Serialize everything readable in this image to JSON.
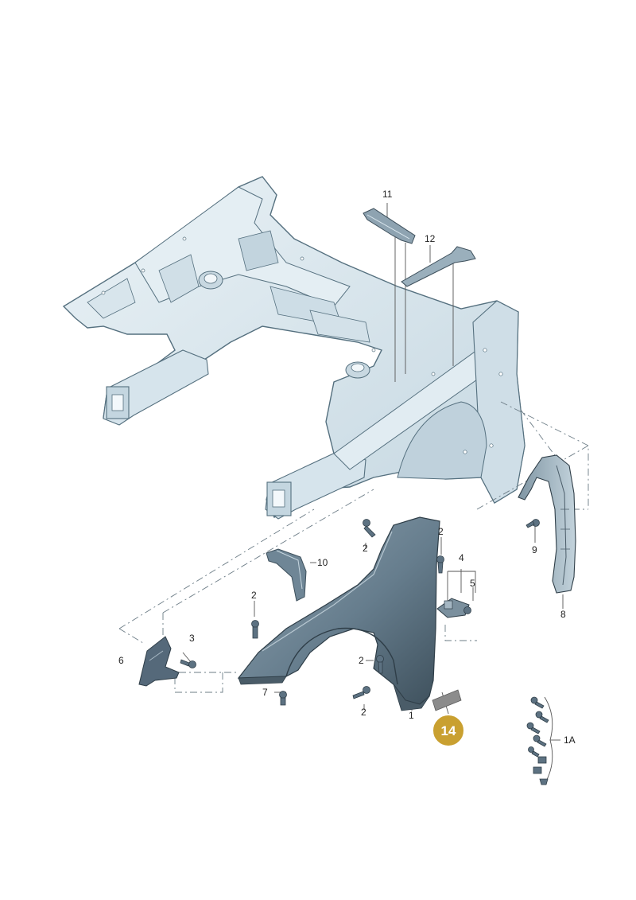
{
  "diagram": {
    "callouts": {
      "c1": "1",
      "c1a": "1A",
      "c2a": "2",
      "c2b": "2",
      "c2c": "2",
      "c2d": "2",
      "c2e": "2",
      "c3": "3",
      "c4": "4",
      "c5": "5",
      "c6": "6",
      "c7": "7",
      "c8": "8",
      "c9": "9",
      "c10": "10",
      "c11": "11",
      "c12": "12"
    },
    "highlight_badge": "14",
    "colors": {
      "body_fill": "#dbe8ef",
      "body_stroke": "#55707f",
      "fender_fill": "#6d8494",
      "fender_dark": "#3e505c",
      "badge": "#c9a030",
      "badge_text": "#ffffff",
      "leader_line": "#555555"
    }
  }
}
